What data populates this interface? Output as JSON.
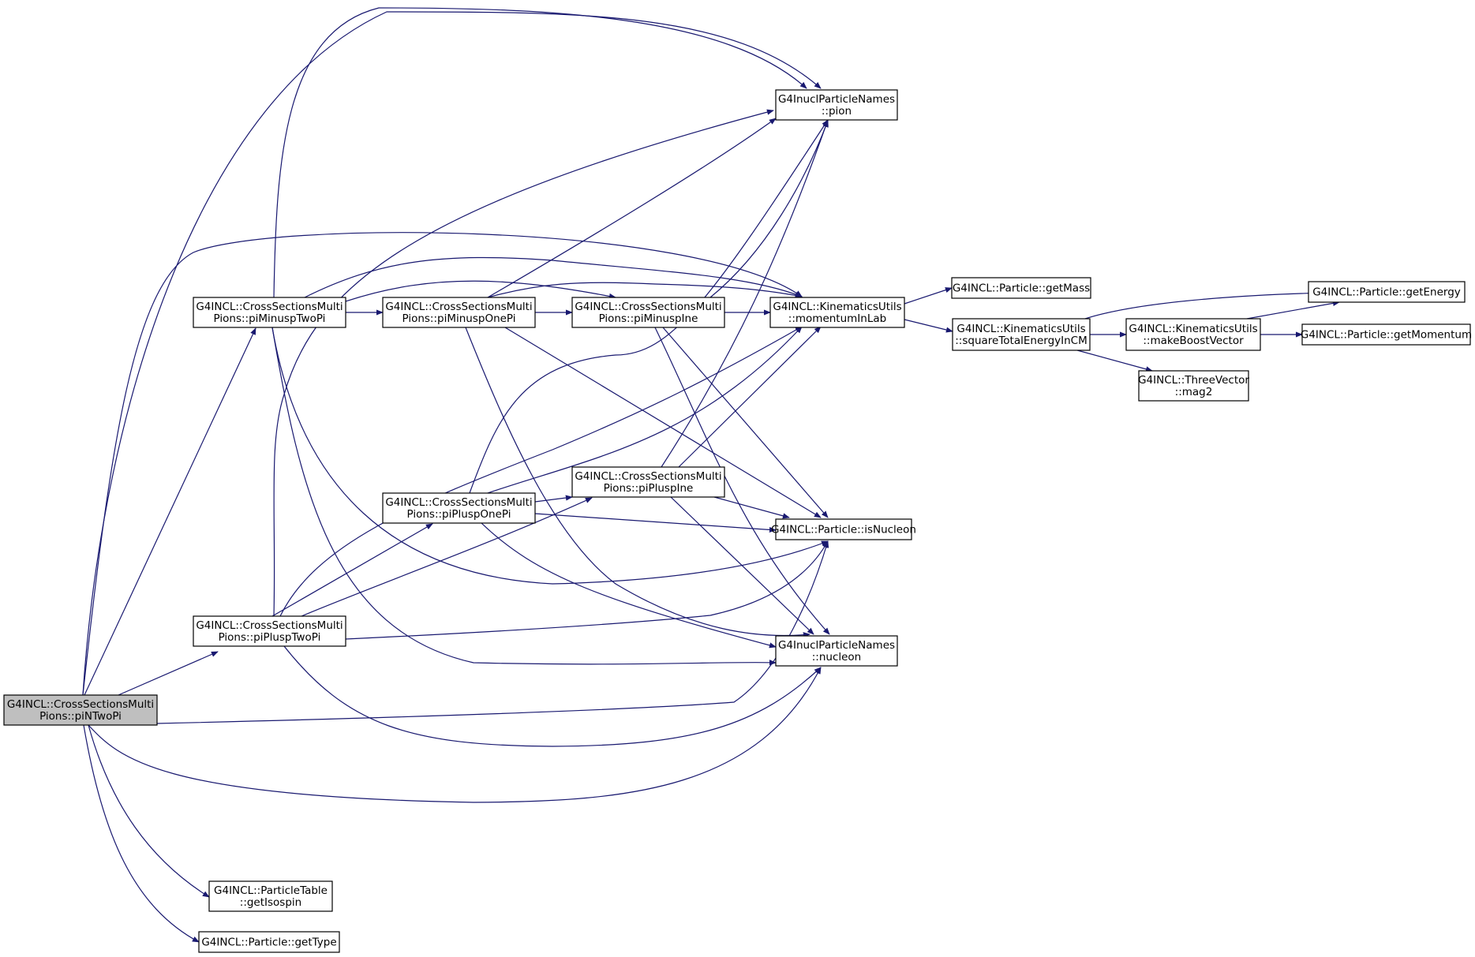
{
  "colors": {
    "edge": "#191970",
    "root_fill": "#bfbfbf",
    "node_fill": "#ffffff",
    "node_stroke": "#000000"
  },
  "nodes": {
    "piNTwoPi": {
      "lines": [
        "G4INCL::CrossSectionsMulti",
        "Pions::piNTwoPi"
      ],
      "root": true
    },
    "piMinuspTwoPi": {
      "lines": [
        "G4INCL::CrossSectionsMulti",
        "Pions::piMinuspTwoPi"
      ]
    },
    "piPluspTwoPi": {
      "lines": [
        "G4INCL::CrossSectionsMulti",
        "Pions::piPluspTwoPi"
      ]
    },
    "getIsospin": {
      "lines": [
        "G4INCL::ParticleTable",
        "::getIsospin"
      ]
    },
    "getType": {
      "lines": [
        "G4INCL::Particle::getType"
      ]
    },
    "piMinuspOnePi": {
      "lines": [
        "G4INCL::CrossSectionsMulti",
        "Pions::piMinuspOnePi"
      ]
    },
    "piPluspOnePi": {
      "lines": [
        "G4INCL::CrossSectionsMulti",
        "Pions::piPluspOnePi"
      ]
    },
    "piMinuspIne": {
      "lines": [
        "G4INCL::CrossSectionsMulti",
        "Pions::piMinuspIne"
      ]
    },
    "piPluspIne": {
      "lines": [
        "G4INCL::CrossSectionsMulti",
        "Pions::piPluspIne"
      ]
    },
    "pion": {
      "lines": [
        "G4InuclParticleNames",
        "::pion"
      ]
    },
    "momentumInLab": {
      "lines": [
        "G4INCL::KinematicsUtils",
        "::momentumInLab"
      ]
    },
    "isNucleon": {
      "lines": [
        "G4INCL::Particle::isNucleon"
      ]
    },
    "nucleon": {
      "lines": [
        "G4InuclParticleNames",
        "::nucleon"
      ]
    },
    "getMass": {
      "lines": [
        "G4INCL::Particle::getMass"
      ]
    },
    "squareTotalEnergyInCM": {
      "lines": [
        "G4INCL::KinematicsUtils",
        "::squareTotalEnergyInCM"
      ]
    },
    "makeBoostVector": {
      "lines": [
        "G4INCL::KinematicsUtils",
        "::makeBoostVector"
      ]
    },
    "mag2": {
      "lines": [
        "G4INCL::ThreeVector",
        "::mag2"
      ]
    },
    "getEnergy": {
      "lines": [
        "G4INCL::Particle::getEnergy"
      ]
    },
    "getMomentum": {
      "lines": [
        "G4INCL::Particle::getMomentum"
      ]
    }
  },
  "edges": [
    [
      "piNTwoPi",
      "piMinuspTwoPi"
    ],
    [
      "piNTwoPi",
      "piPluspTwoPi"
    ],
    [
      "piNTwoPi",
      "pion"
    ],
    [
      "piNTwoPi",
      "momentumInLab"
    ],
    [
      "piNTwoPi",
      "isNucleon"
    ],
    [
      "piNTwoPi",
      "nucleon"
    ],
    [
      "piNTwoPi",
      "getIsospin"
    ],
    [
      "piNTwoPi",
      "getType"
    ],
    [
      "piMinuspTwoPi",
      "piMinuspOnePi"
    ],
    [
      "piMinuspTwoPi",
      "piMinuspIne"
    ],
    [
      "piMinuspTwoPi",
      "pion"
    ],
    [
      "piMinuspTwoPi",
      "momentumInLab"
    ],
    [
      "piMinuspTwoPi",
      "isNucleon"
    ],
    [
      "piMinuspTwoPi",
      "nucleon"
    ],
    [
      "piMinuspOnePi",
      "piMinuspIne"
    ],
    [
      "piMinuspOnePi",
      "pion"
    ],
    [
      "piMinuspOnePi",
      "momentumInLab"
    ],
    [
      "piMinuspOnePi",
      "isNucleon"
    ],
    [
      "piMinuspOnePi",
      "nucleon"
    ],
    [
      "piMinuspIne",
      "momentumInLab"
    ],
    [
      "piMinuspIne",
      "pion"
    ],
    [
      "piMinuspIne",
      "isNucleon"
    ],
    [
      "piMinuspIne",
      "nucleon"
    ],
    [
      "piPluspTwoPi",
      "piPluspOnePi"
    ],
    [
      "piPluspTwoPi",
      "piPluspIne"
    ],
    [
      "piPluspTwoPi",
      "pion"
    ],
    [
      "piPluspTwoPi",
      "momentumInLab"
    ],
    [
      "piPluspTwoPi",
      "isNucleon"
    ],
    [
      "piPluspTwoPi",
      "nucleon"
    ],
    [
      "piPluspOnePi",
      "piPluspIne"
    ],
    [
      "piPluspOnePi",
      "pion"
    ],
    [
      "piPluspOnePi",
      "momentumInLab"
    ],
    [
      "piPluspOnePi",
      "isNucleon"
    ],
    [
      "piPluspOnePi",
      "nucleon"
    ],
    [
      "piPluspIne",
      "pion"
    ],
    [
      "piPluspIne",
      "momentumInLab"
    ],
    [
      "piPluspIne",
      "isNucleon"
    ],
    [
      "piPluspIne",
      "nucleon"
    ],
    [
      "momentumInLab",
      "getMass"
    ],
    [
      "momentumInLab",
      "squareTotalEnergyInCM"
    ],
    [
      "squareTotalEnergyInCM",
      "getEnergy"
    ],
    [
      "squareTotalEnergyInCM",
      "makeBoostVector"
    ],
    [
      "squareTotalEnergyInCM",
      "mag2"
    ],
    [
      "makeBoostVector",
      "getEnergy"
    ],
    [
      "makeBoostVector",
      "getMomentum"
    ]
  ]
}
